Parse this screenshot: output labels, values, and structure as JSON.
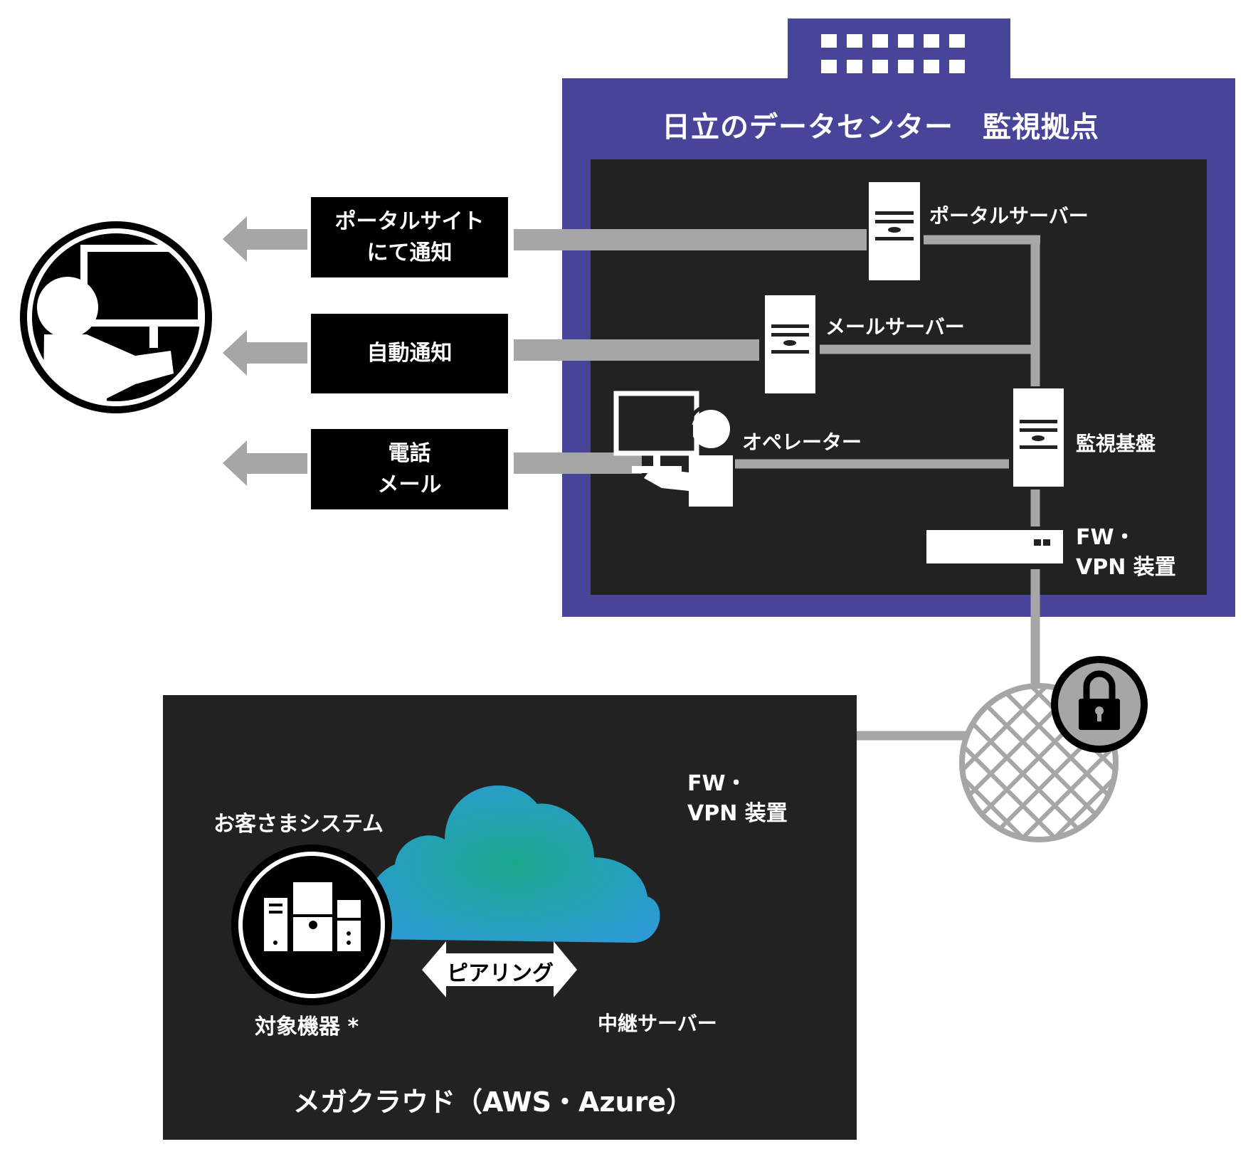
{
  "datacenter": {
    "title": "日立のデータセンター　監視拠点",
    "portal_server_label": "ポータルサーバー",
    "mail_server_label": "メールサーバー",
    "operator_label": "オペレーター",
    "monitoring_platform_label": "監視基盤",
    "fw_vpn_label_line1": "FW・",
    "fw_vpn_label_line2": "VPN 装置"
  },
  "notifications": [
    {
      "line1": "ポータルサイト",
      "line2": "にて通知"
    },
    {
      "line1": "自動通知",
      "line2": ""
    },
    {
      "line1": "電話",
      "line2": "メール"
    }
  ],
  "cloud": {
    "title": "メガクラウド（AWS・Azure）",
    "customer_system_label": "お客さまシステム",
    "target_device_label": "対象機器 *",
    "peering_label": "ピアリング",
    "relay_server_label": "中継サーバー",
    "fw_vpn_label_line1": "FW・",
    "fw_vpn_label_line2": "VPN 装置"
  },
  "colors": {
    "building": "#474499",
    "panel": "#222222",
    "line": "#a6a6a6",
    "cloud_center": "#1aa88c",
    "cloud_edge": "#2c9bd4"
  },
  "icons": [
    "customer-user-icon",
    "portal-server-icon",
    "mail-server-icon",
    "operator-icon",
    "monitoring-server-icon",
    "fw-vpn-device-icon",
    "internet-globe-icon",
    "lock-icon",
    "cloud-icon",
    "customer-system-icon",
    "relay-server-icon"
  ]
}
